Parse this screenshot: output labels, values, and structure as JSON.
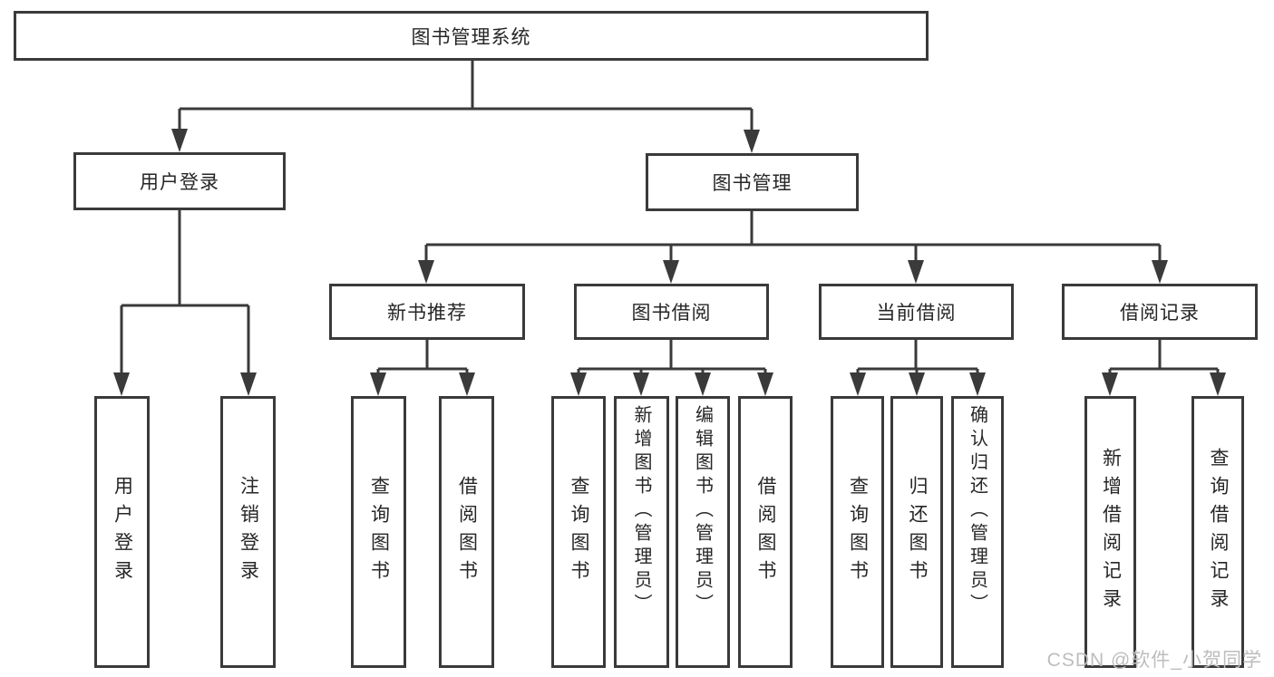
{
  "diagram": {
    "root": {
      "label": "图书管理系统"
    },
    "branches": [
      {
        "label": "用户登录",
        "children": [
          {
            "label": "用户登录"
          },
          {
            "label": "注销登录"
          }
        ]
      },
      {
        "label": "图书管理",
        "children": [
          {
            "label": "新书推荐",
            "children": [
              {
                "label": "查询图书"
              },
              {
                "label": "借阅图书"
              }
            ]
          },
          {
            "label": "图书借阅",
            "children": [
              {
                "label": "查询图书"
              },
              {
                "label": "新增图书（管理员）"
              },
              {
                "label": "编辑图书（管理员）"
              },
              {
                "label": "借阅图书"
              }
            ]
          },
          {
            "label": "当前借阅",
            "children": [
              {
                "label": "查询图书"
              },
              {
                "label": "归还图书"
              },
              {
                "label": "确认归还（管理员）"
              }
            ]
          },
          {
            "label": "借阅记录",
            "children": [
              {
                "label": "新增借阅记录"
              },
              {
                "label": "查询借阅记录"
              }
            ]
          }
        ]
      }
    ],
    "watermark": "CSDN @软件_小贺同学",
    "colors": {
      "line": "#3a3a3a",
      "text": "#262626",
      "background": "#ffffff",
      "watermark": "#bdbdbd"
    }
  }
}
